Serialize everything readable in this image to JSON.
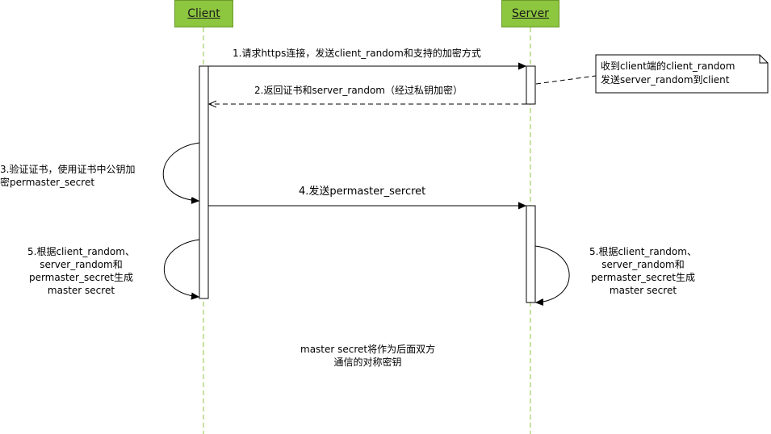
{
  "actors": {
    "client": "Client",
    "server": "Server"
  },
  "messages": {
    "m1": "1.请求https连接，发送client_random和支持的加密方式",
    "m2": "2.返回证书和server_random（经过私钥加密）",
    "m3": "3.验证证书，使用证书中公钥加\n密permaster_secret",
    "m4": "4.发送permaster_sercret",
    "m5_client": "5.根据client_random、\nserver_random和\npermaster_secret生成\nmaster secret",
    "m5_server": "5.根据client_random、\nserver_random和\npermaster_secret生成\nmaster secret"
  },
  "note": {
    "line1": "收到client端的client_random",
    "line2": "发送server_random到client"
  },
  "footer": "master secret将作为后面双方\n通信的对称密钥",
  "colors": {
    "actor_fill": "#8dc63f",
    "lifeline": "#8dc63f",
    "arrow": "#000000"
  }
}
